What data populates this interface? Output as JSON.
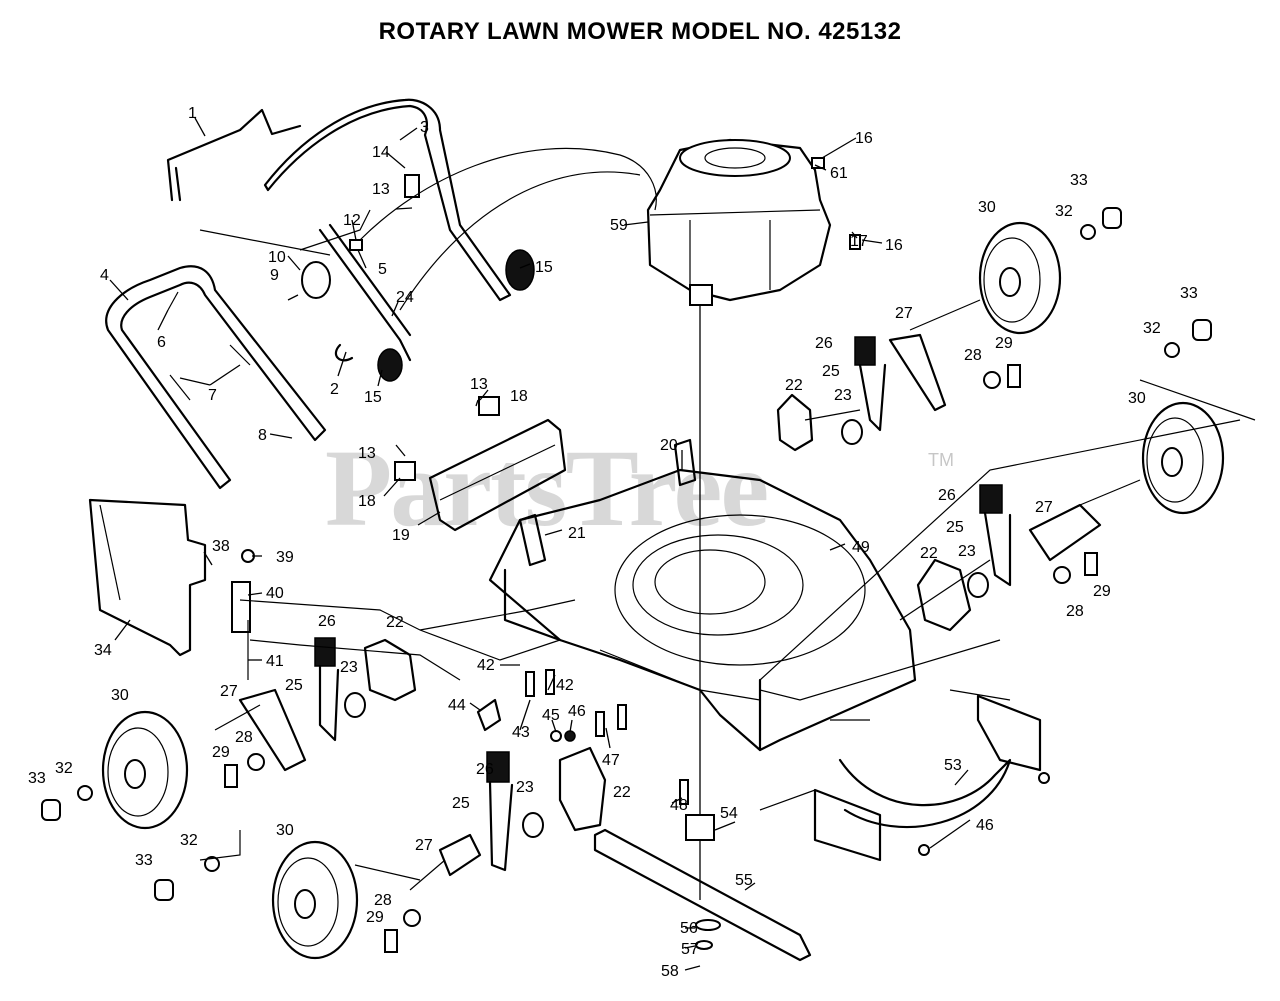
{
  "title": "ROTARY LAWN MOWER MODEL NO. 425132",
  "watermark": {
    "text": "PartsTree",
    "trademark": "TM"
  },
  "labels": {
    "p1": "1",
    "p2": "2",
    "p3": "3",
    "p4": "4",
    "p5": "5",
    "p6": "6",
    "p7": "7",
    "p8": "8",
    "p9": "9",
    "p10": "10",
    "p12": "12",
    "p13a": "13",
    "p13b": "13",
    "p13c": "13",
    "p14": "14",
    "p15a": "15",
    "p15b": "15",
    "p16a": "16",
    "p16b": "16",
    "p17": "17",
    "p18a": "18",
    "p18b": "18",
    "p19": "19",
    "p20": "20",
    "p21": "21",
    "p22a": "22",
    "p22b": "22",
    "p22c": "22",
    "p22d": "22",
    "p23a": "23",
    "p23b": "23",
    "p23c": "23",
    "p23d": "23",
    "p24": "24",
    "p25a": "25",
    "p25b": "25",
    "p25c": "25",
    "p25d": "25",
    "p26a": "26",
    "p26b": "26",
    "p26c": "26",
    "p26d": "26",
    "p27a": "27",
    "p27b": "27",
    "p27c": "27",
    "p27d": "27",
    "p28a": "28",
    "p28b": "28",
    "p28c": "28",
    "p28d": "28",
    "p29a": "29",
    "p29b": "29",
    "p29c": "29",
    "p29d": "29",
    "p30a": "30",
    "p30b": "30",
    "p30c": "30",
    "p30d": "30",
    "p32a": "32",
    "p32b": "32",
    "p32c": "32",
    "p32d": "32",
    "p33a": "33",
    "p33b": "33",
    "p33c": "33",
    "p33d": "33",
    "p34": "34",
    "p38": "38",
    "p39": "39",
    "p40": "40",
    "p41": "41",
    "p42a": "42",
    "p42b": "42",
    "p43": "43",
    "p44": "44",
    "p45": "45",
    "p46a": "46",
    "p46b": "46",
    "p47": "47",
    "p48": "48",
    "p49": "49",
    "p53": "53",
    "p54": "54",
    "p55": "55",
    "p56": "56",
    "p57": "57",
    "p58": "58",
    "p59": "59",
    "p61": "61"
  }
}
